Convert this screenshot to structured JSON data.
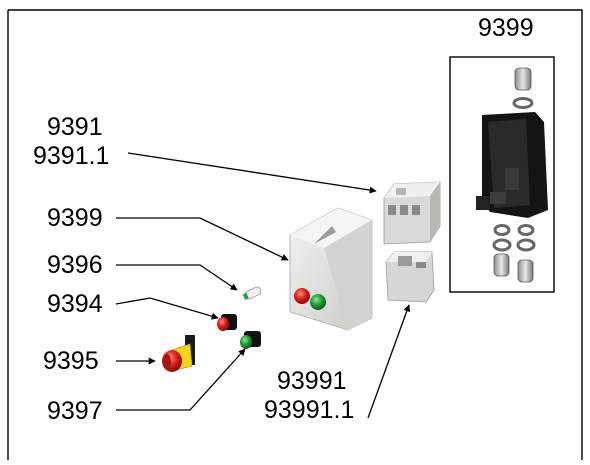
{
  "labels": {
    "kit": "9399",
    "contactor_a": "9391",
    "contactor_b": "9391.1",
    "enclosure": "9399",
    "lamp": "9396",
    "red_button": "9394",
    "estop": "9395",
    "green_button": "9397",
    "relay_a": "93991",
    "relay_b": "93991.1"
  },
  "colors": {
    "frame": "#000000",
    "background": "#ffffff",
    "button_red": "#d6201e",
    "button_green": "#1f9a35",
    "estop_yellow": "#f2d21a",
    "body_black": "#111111",
    "enclosure_grey": "#e9e9e7"
  }
}
